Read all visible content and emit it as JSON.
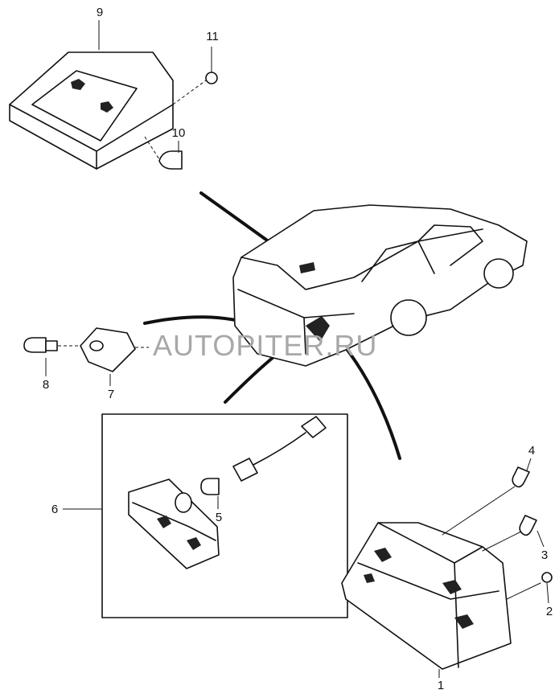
{
  "diagram": {
    "callouts": [
      "1",
      "2",
      "3",
      "4",
      "5",
      "6",
      "7",
      "8",
      "9",
      "10",
      "11"
    ],
    "watermark": "AUTOPITER.RU"
  }
}
